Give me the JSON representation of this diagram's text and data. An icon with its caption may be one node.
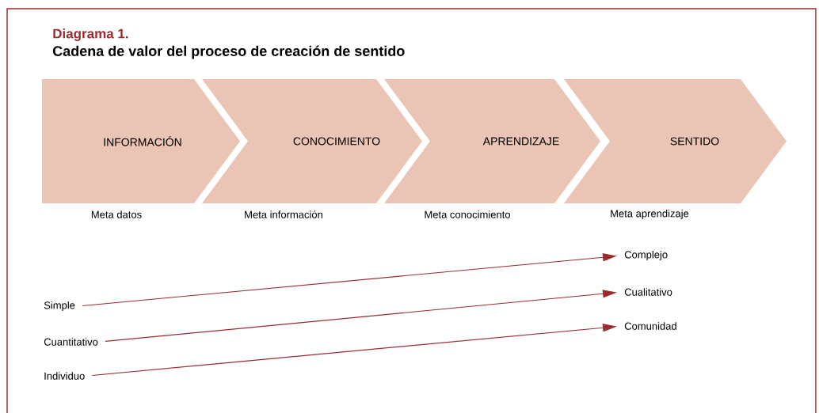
{
  "diagram": {
    "title": "Cadena de valor del proceso de creación de sentido",
    "nodes": [
      {
        "text": [
          "INFORMACIÓN"
        ],
        "beside": [
          "Meta datos"
        ]
      },
      {
        "text": [
          "CONOCIMIENTO"
        ],
        "beside": [
          "Meta información"
        ]
      },
      {
        "text": [
          "APRENDIZAJE"
        ],
        "beside": [
          "Meta conocimiento"
        ]
      },
      {
        "text": [
          "SENTIDO"
        ],
        "beside": [
          "Meta aprendizaje"
        ]
      },
      {
        "text": [
          "Complejo"
        ]
      },
      {
        "text": [
          "Simple"
        ]
      },
      {
        "text": [
          "Cualitativo"
        ]
      },
      {
        "text": [
          "Cuantitativo"
        ]
      },
      {
        "text": [
          "Comunidad"
        ]
      },
      {
        "text": [
          "Individuo"
        ]
      }
    ],
    "edges": [
      {
        "from": 5,
        "to": 4,
        "arrow": "to"
      },
      {
        "from": 7,
        "to": 6,
        "arrow": "to"
      },
      {
        "from": 9,
        "to": 8,
        "arrow": "to"
      }
    ],
    "labels": [
      "Diagrama 1."
    ]
  }
}
